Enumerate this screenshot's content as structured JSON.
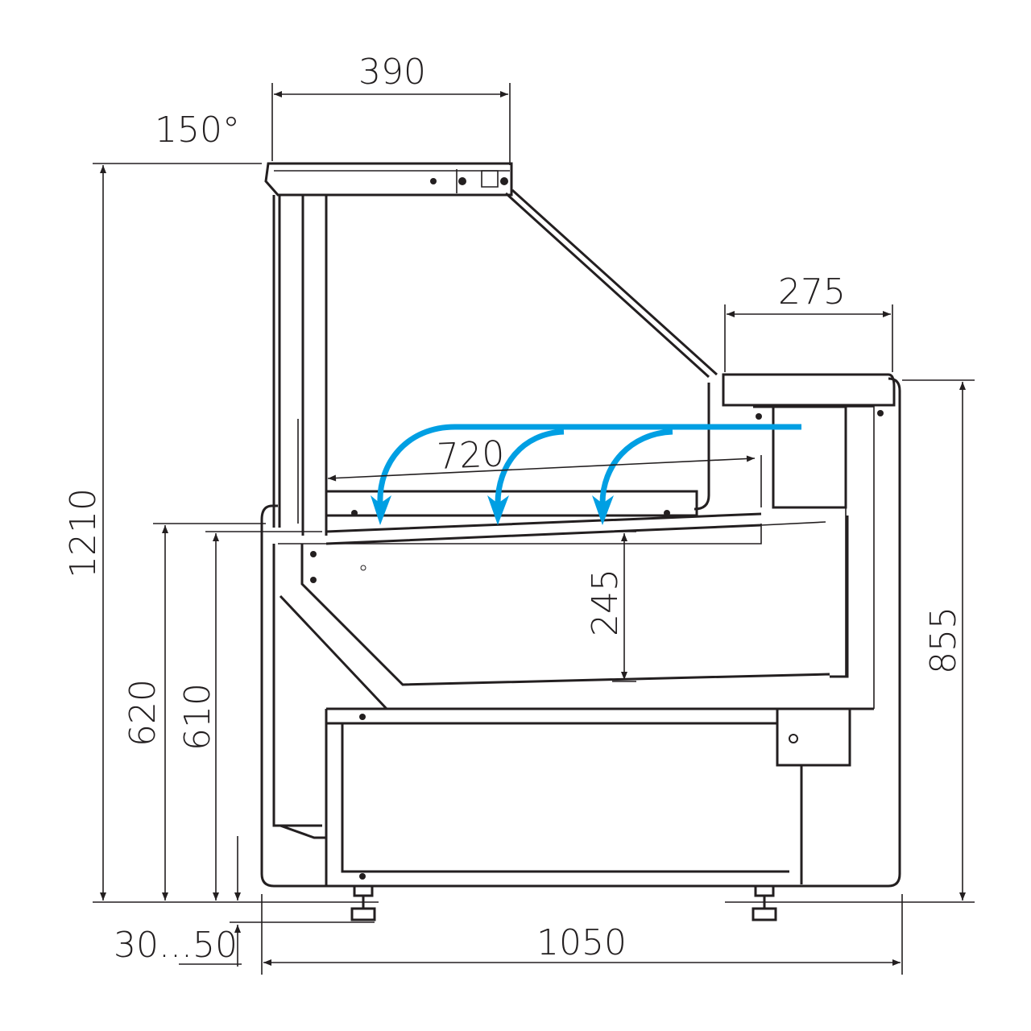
{
  "drawing": {
    "title": "Refrigerated display counter side view",
    "dimensions": {
      "top_width": "390",
      "glass_angle": "150°",
      "total_height": "1210",
      "counter_width": "275",
      "counter_height": "855",
      "display_depth": "720",
      "well_depth": "245",
      "deck_height_outer": "620",
      "deck_height_inner": "610",
      "feet_adjust": "30...50",
      "total_depth": "1050"
    },
    "colors": {
      "airflow": "#009fe3",
      "line": "#231f20"
    }
  }
}
